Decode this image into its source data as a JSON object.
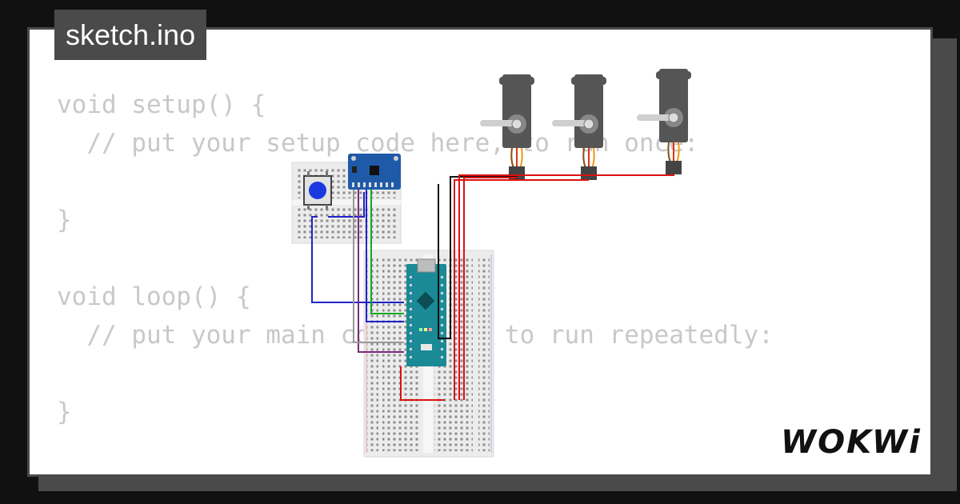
{
  "file_tab": {
    "label": "sketch.ino"
  },
  "code_lines": [
    "void setup() {",
    "  // put your setup code here, to run once:",
    "",
    "}",
    "",
    "void loop() {",
    "  // put your main code here, to run repeatedly:",
    "",
    "}"
  ],
  "brand": {
    "logo_text": "WOKWi"
  },
  "colors": {
    "background": "#111111",
    "frame": "#4a4a4a",
    "code_text": "#c8c8c8",
    "arduino_board": "#1a8a96",
    "mpu_board": "#1f5aa8",
    "pushbutton": "#1a3ae0",
    "servo_body": "#555555",
    "wire_red": "#dd1111",
    "wire_black": "#111111",
    "wire_blue": "#2222cc",
    "wire_green": "#11aa22",
    "wire_purple": "#7a2a7a",
    "wire_gray": "#999999"
  },
  "components": [
    {
      "name": "servo",
      "count": 3,
      "icon": "servo-motor-icon"
    },
    {
      "name": "arduino-nano",
      "icon": "arduino-nano-icon"
    },
    {
      "name": "mpu6050",
      "icon": "accelerometer-board-icon"
    },
    {
      "name": "pushbutton",
      "icon": "pushbutton-icon"
    },
    {
      "name": "breadboard",
      "count": 2,
      "icon": "breadboard-icon"
    }
  ]
}
